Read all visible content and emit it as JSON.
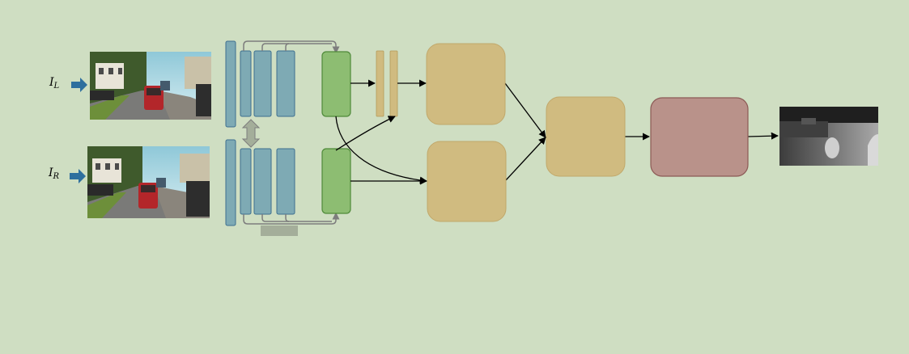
{
  "inputs": {
    "left": {
      "label": "I",
      "subscript": "L"
    },
    "right": {
      "label": "I",
      "subscript": "R"
    }
  },
  "colors": {
    "background": "#cfdec2",
    "encoder_blue": "#7eaab4",
    "feature_green": "#8dbd72",
    "tan_block": "#d0bb80",
    "red_block": "#b9928a",
    "arrow_blue": "#2e6f9e",
    "skip_gray": "#808080"
  },
  "icons": {
    "input_arrow": "right-arrow-icon",
    "weight_sharing": "double-vertical-arrow-icon"
  }
}
